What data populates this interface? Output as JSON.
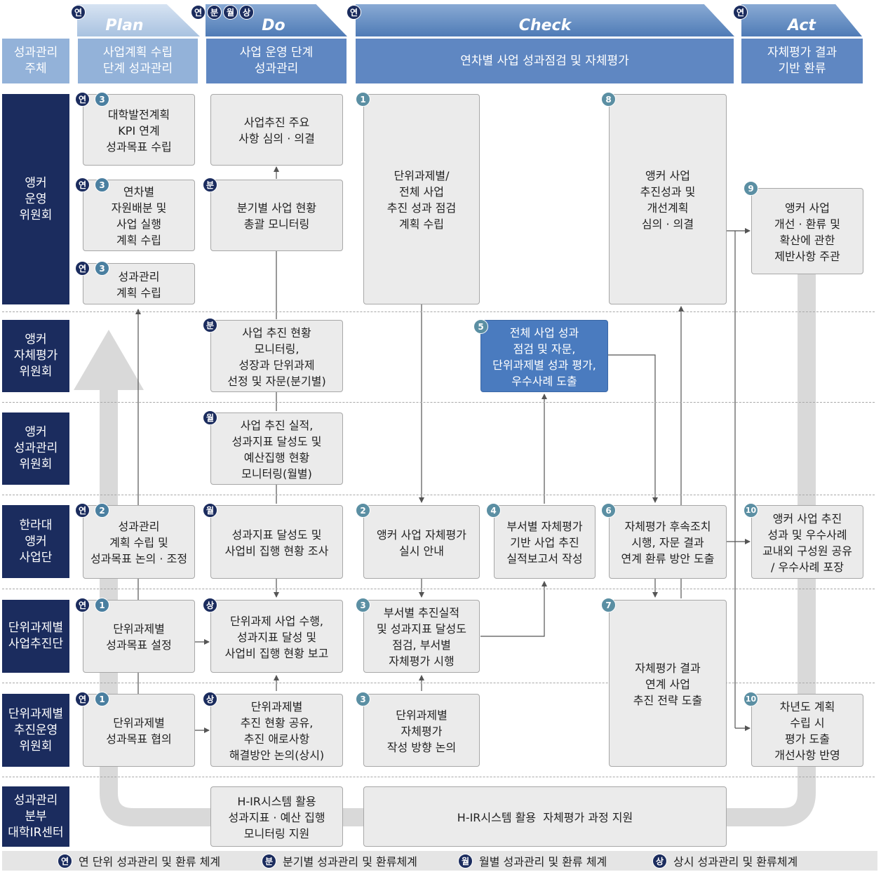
{
  "phases": {
    "plan": "Plan",
    "do": "Do",
    "check": "Check",
    "act": "Act"
  },
  "phase_badges": {
    "plan": [
      "연"
    ],
    "do": [
      "연",
      "분",
      "월",
      "상"
    ],
    "check": [
      "연"
    ],
    "act": [
      "연"
    ]
  },
  "headers": {
    "subject": "성과관리\n주체",
    "plan": "사업계획 수립\n단계 성과관리",
    "do": "사업 운영 단계\n성과관리",
    "check": "연차별 사업 성과점검 및 자체평가",
    "act": "자체평가 결과\n기반 환류"
  },
  "rows": [
    "앵커\n운영\n위원회",
    "앵커\n자체평가\n위원회",
    "앵커\n성과관리\n위원회",
    "한라대\n앵커\n사업단",
    "단위과제별\n사업추진단",
    "단위과제별\n추진운영\n위원회",
    "성과관리\n분부\n대학IR센터"
  ],
  "boxes": {
    "plan_kpi": "대학발전계획\nKPI 연계\n성과목표 수립",
    "plan_annual": "연차별\n자원배분 및\n사업 실행\n계획 수립",
    "plan_perf": "성과관리\n계획 수립",
    "plan_team": "성과관리\n계획 수립 및\n성과목표 논의 · 조정",
    "plan_unit_set": "단위과제별\n성과목표 설정",
    "plan_unit_consult": "단위과제별\n성과목표 협의",
    "do_review": "사업추진 주요\n사항 심의 · 의결",
    "do_quarter": "분기별 사업 현황\n총괄 모니터링",
    "do_selfeval": "사업 추진 현황\n모니터링,\n성장과 단위과제\n선정 및 자문(분기별)",
    "do_monthly": "사업 추진 실적,\n성과지표 달성도 및\n예산집행 현황\n모니터링(월별)",
    "do_survey": "성과지표 달성도 및\n사업비 집행 현황 조사",
    "do_perform": "단위과제 사업 수행,\n성과지표 달성 및\n사업비 집행 현황 보고",
    "do_share": "단위과제별\n추진 현황 공유,\n추진 애로사항\n해결방안 논의(상시)",
    "do_ir": "H-IR시스템 활용\n성과지표 · 예산 집행\n모니터링 지원",
    "c1": "단위과제별/\n전체 사업\n추진 성과 점검\n계획 수립",
    "c8": "앵커 사업\n추진성과 및\n개선계획\n심의 · 의결",
    "c5": "전체 사업 성과\n점검 및 자문,\n단위과제별 성과 평가,\n우수사례 도출",
    "c2": "앵커 사업 자체평가\n실시 안내",
    "c4": "부서별 자체평가\n기반 사업 추진\n실적보고서 작성",
    "c6": "자체평가 후속조치\n시행, 자문 결과\n연계 환류 방안 도출",
    "c3a": "부서별 추진실적\n및 성과지표 달성도\n점검, 부서별\n자체평가 시행",
    "c3b": "단위과제별\n자체평가\n작성 방향 논의",
    "c7": "자체평가 결과\n연계 사업\n추진 전략 도출",
    "c_ir": "H-IR시스템 활용  자체평가 과정 지원",
    "a9": "앵커 사업\n개선 · 환류 및\n확산에 관한\n제반사항 주관",
    "a10a": "앵커 사업 추진\n성과 및 우수사례\n교내외 구성원 공유\n/ 우수사례 포장",
    "a10b": "차년도 계획\n수립 시\n평가 도출\n개선사항 반영"
  },
  "badges": {
    "yeon": "연",
    "bun": "분",
    "wol": "월",
    "sang": "상",
    "n1": "1",
    "n2": "2",
    "n3": "3",
    "n4": "4",
    "n5": "5",
    "n6": "6",
    "n7": "7",
    "n8": "8",
    "n9": "9",
    "n10": "10"
  },
  "legend": [
    {
      "badge": "연",
      "text": "연 단위 성과관리 및 환류 체계"
    },
    {
      "badge": "분",
      "text": "분기별 성과관리 및 환류체계"
    },
    {
      "badge": "월",
      "text": "월별 성과관리 및 환류 체계"
    },
    {
      "badge": "상",
      "text": "상시 성과관리 및 환류체계"
    }
  ],
  "colors": {
    "navy": "#1b2c5e",
    "header_light": "#93b2d9",
    "header_mid": "#5f87c2",
    "highlight_box": "#4a7bbf",
    "box_gray": "#ebebeb"
  }
}
